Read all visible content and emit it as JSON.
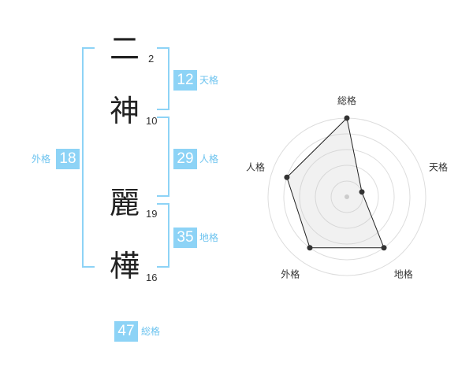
{
  "name": {
    "characters": [
      {
        "char": "二",
        "strokes": "2"
      },
      {
        "char": "神",
        "strokes": "10"
      },
      {
        "char": "麗",
        "strokes": "19"
      },
      {
        "char": "樺",
        "strokes": "16"
      }
    ]
  },
  "kaku": {
    "tenkaku": {
      "value": "12",
      "label": "天格"
    },
    "jinkaku": {
      "value": "29",
      "label": "人格"
    },
    "chikaku": {
      "value": "35",
      "label": "地格"
    },
    "gaikaku": {
      "value": "18",
      "label": "外格"
    },
    "soukaku": {
      "value": "47",
      "label": "総格"
    }
  },
  "colors": {
    "accent": "#8dd3f6",
    "accent_text": "#6cc3ef"
  },
  "chart_data": {
    "type": "radar",
    "axes": [
      "総格",
      "天格",
      "地格",
      "外格",
      "人格"
    ],
    "values": [
      5,
      1,
      4,
      4,
      4
    ],
    "range": [
      0,
      5
    ],
    "rings": 5
  }
}
